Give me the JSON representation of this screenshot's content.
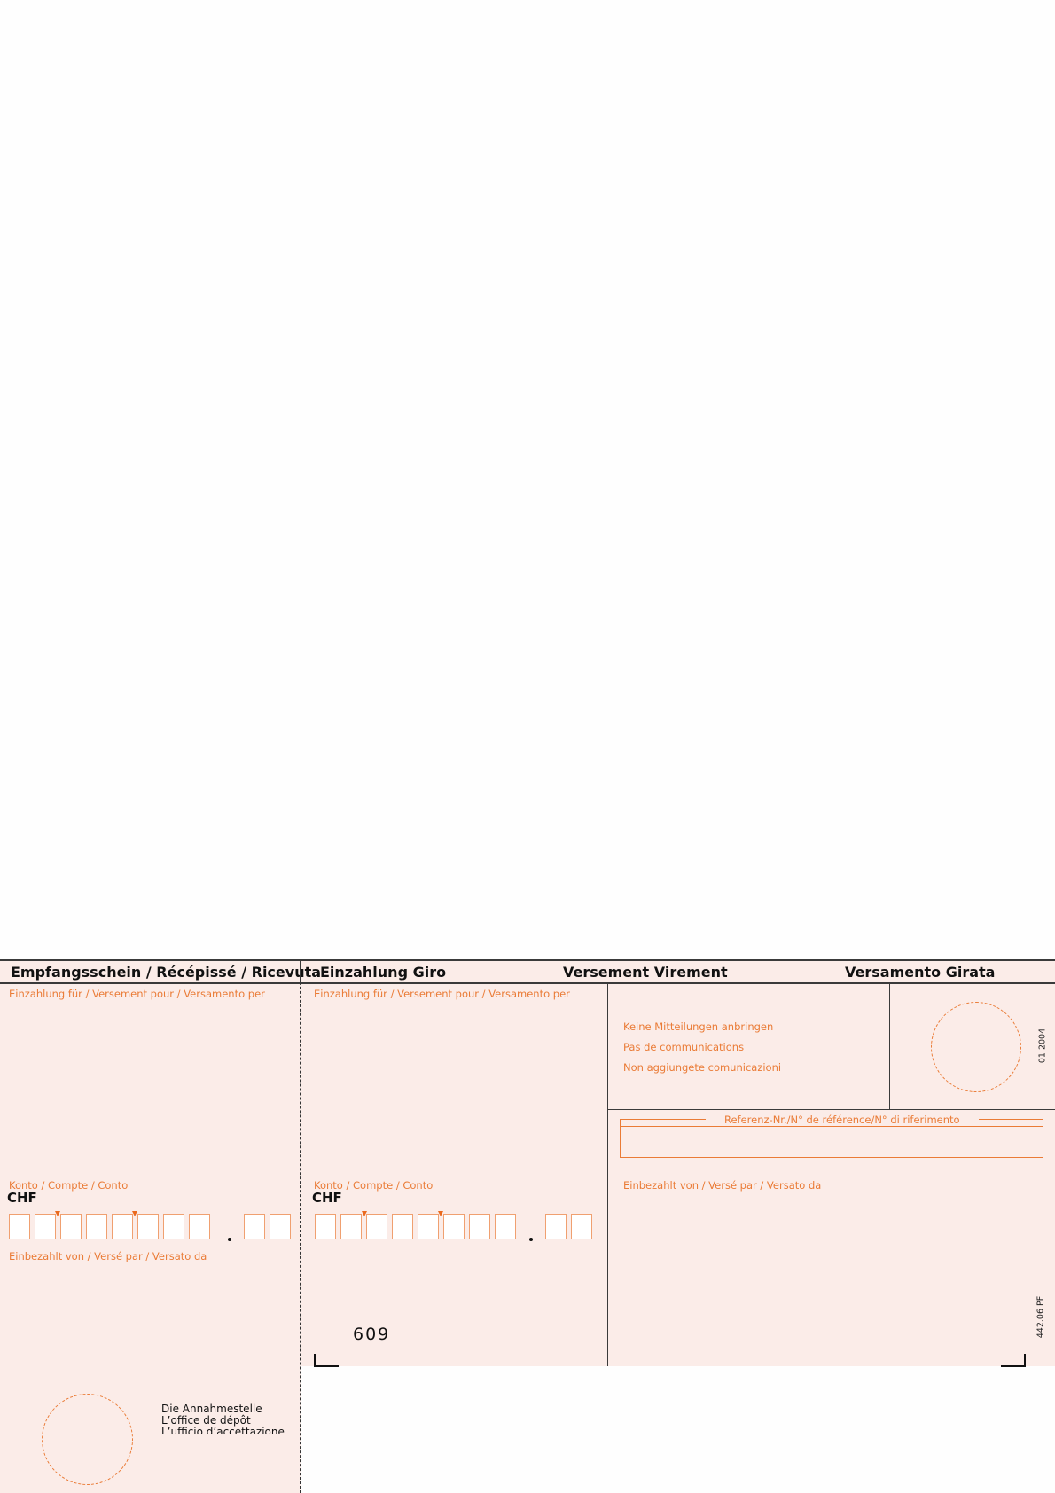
{
  "headers": {
    "receipt": "Empfangsschein / Récépissé / Ricevuta",
    "giro_de": "Einzahlung Giro",
    "giro_fr": "Versement Virement",
    "giro_it": "Versamento Girata"
  },
  "receipt": {
    "deposit_for": "Einzahlung für / Versement pour / Versamento per",
    "account_label": "Konto / Compte / Conto",
    "currency": "CHF",
    "paid_by": "Einbezahlt von / Versé par / Versato da",
    "office_lines": [
      "Die Annahmestelle",
      "L’office de dépôt",
      "L’ufficio d’accettazione"
    ]
  },
  "payment": {
    "deposit_for": "Einzahlung für / Versement pour / Versamento per",
    "account_label": "Konto / Compte / Conto",
    "currency": "CHF",
    "code": "609"
  },
  "right": {
    "no_messages": [
      "Keine Mitteilungen anbringen",
      "Pas de communications",
      "Non aggiungete comunicazioni"
    ],
    "reference_label": "Referenz-Nr./N° de référence/N° di riferimento",
    "paid_by": "Einbezahlt von / Versé par / Versato da",
    "form_date": "01 2004",
    "form_code": "442.06 PF"
  },
  "colors": {
    "form_orange": "#ea7b36",
    "form_pink": "#fbece8"
  }
}
